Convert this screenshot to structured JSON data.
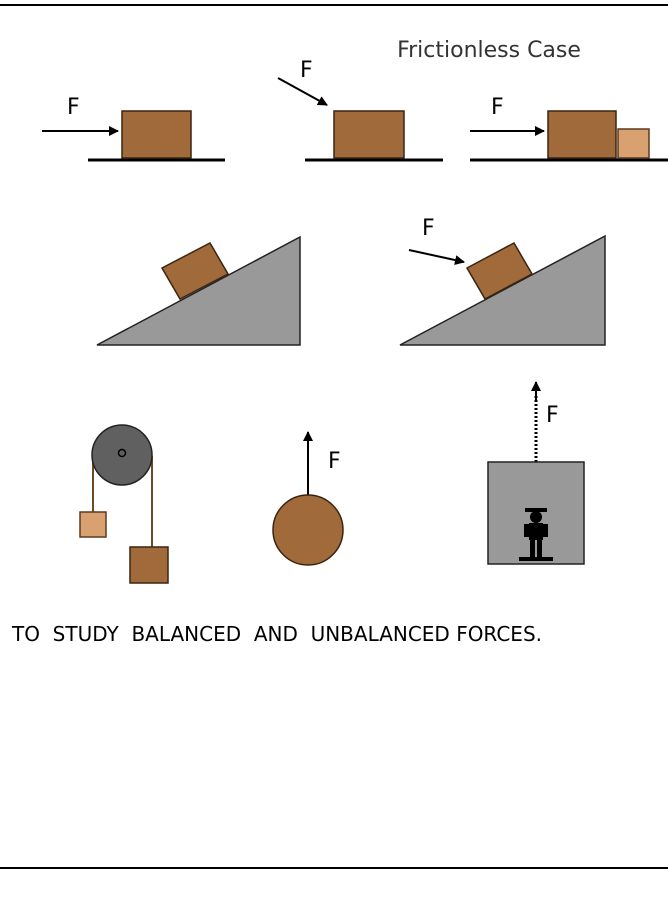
{
  "diagram": {
    "title": "Frictionless Case",
    "force_label": "F",
    "caption": "TO  STUDY  BALANCED  AND  UNBALANCED FORCES."
  }
}
